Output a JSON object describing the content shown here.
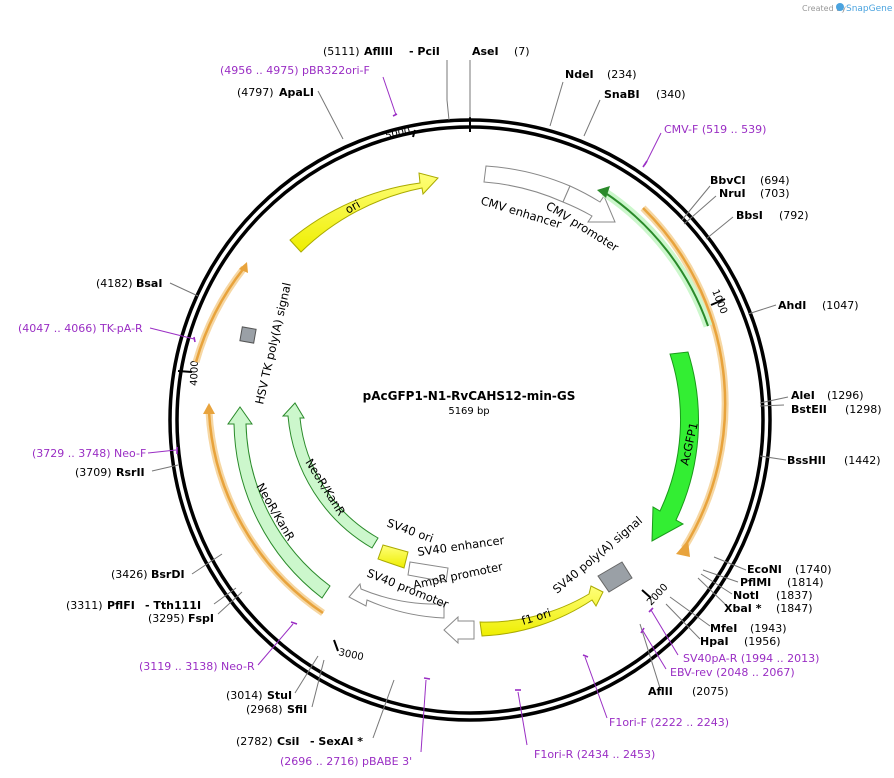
{
  "watermark": "Created by  SnapGene",
  "plasmid": {
    "name": "pAcGFP1-N1-RvCAHS12-min-GS",
    "size": "5169 bp"
  },
  "scale_ticks": [
    "1000",
    "2000",
    "3000",
    "4000",
    "5000"
  ],
  "features": {
    "ori": "ori",
    "cmv_enhancer": "CMV enhancer",
    "cmv_promoter": "CMV promoter",
    "acgfp1": "AcGFP1",
    "sv40_polya": "SV40 poly(A) signal",
    "f1_ori": "f1 ori",
    "ampr_promoter": "AmpR promoter",
    "sv40_promoter": "SV40 promoter",
    "sv40_enhancer": "SV40 enhancer",
    "sv40_ori": "SV40 ori",
    "neokan_inner": "NeoR/KanR",
    "neokan_outer": "NeoR/KanR",
    "hsv_tk": "HSV TK poly(A) signal"
  },
  "sites": {
    "aflIII_pos": "(5111)",
    "aflIII": "AflIII",
    "pciI": "- PciI",
    "aseI": "AseI",
    "aseI_pos": "(7)",
    "ndeI": "NdeI",
    "ndeI_pos": "(234)",
    "snabI": "SnaBI",
    "snabI_pos": "(340)",
    "bbvci": "BbvCI",
    "bbvci_pos": "(694)",
    "nrui": "NruI",
    "nrui_pos": "(703)",
    "bbsi": "BbsI",
    "bbsi_pos": "(792)",
    "ahdi": "AhdI",
    "ahdi_pos": "(1047)",
    "alei": "AleI",
    "alei_pos": "(1296)",
    "bsteii": "BstEII",
    "bsteii_pos": "(1298)",
    "bsshii": "BssHII",
    "bsshii_pos": "(1442)",
    "econi": "EcoNI",
    "econi_pos": "(1740)",
    "pflmi": "PflMI",
    "pflmi_pos": "(1814)",
    "noti": "NotI",
    "noti_pos": "(1837)",
    "xbai": "XbaI *",
    "xbai_pos": "(1847)",
    "mfei": "MfeI",
    "mfei_pos": "(1943)",
    "hpai": "HpaI",
    "hpai_pos": "(1956)",
    "aflii": "AflII",
    "aflii_pos": "(2075)",
    "apali_pos": "(4797)",
    "apali": "ApaLI",
    "bsai_pos": "(4182)",
    "bsai": "BsaI",
    "rsrii_pos": "(3709)",
    "rsrii": "RsrII",
    "bsrdi_pos": "(3426)",
    "bsrdi": "BsrDI",
    "pflfi_pos": "(3311)",
    "pflfi": "PflFI",
    "tth": "- Tth111I",
    "fspi_pos": "(3295)",
    "fspi": "FspI",
    "stui_pos": "(3014)",
    "stui": "StuI",
    "sfii_pos": "(2968)",
    "sfii": "SfiI",
    "csii_pos": "(2782)",
    "csii": "CsiI",
    "sexai": "- SexAI *"
  },
  "primers": {
    "pbr322": "(4956 .. 4975)  pBR322ori-F",
    "cmvf": "CMV-F   (519 .. 539)",
    "tkpar": "(4047 .. 4066)  TK-pA-R",
    "neof": "(3729 .. 3748)  Neo-F",
    "neor": "(3119 .. 3138)  Neo-R",
    "pbabe": "(2696 .. 2716)  pBABE 3'",
    "f1orir": "F1ori-R   (2434 .. 2453)",
    "f1orif": "F1ori-F   (2222 .. 2243)",
    "sv40par": "SV40pA-R   (1994 .. 2013)",
    "ebvrev": "EBV-rev   (2048 .. 2067)"
  },
  "colors": {
    "ori": "#ffff00",
    "promoter": "#ffffff",
    "cds": "#ccf7cc",
    "acgfp1": "#33ee33",
    "polya": "#9aa0a6",
    "primer": "#9a2ec4",
    "orange_feature": "#e8a33c"
  }
}
